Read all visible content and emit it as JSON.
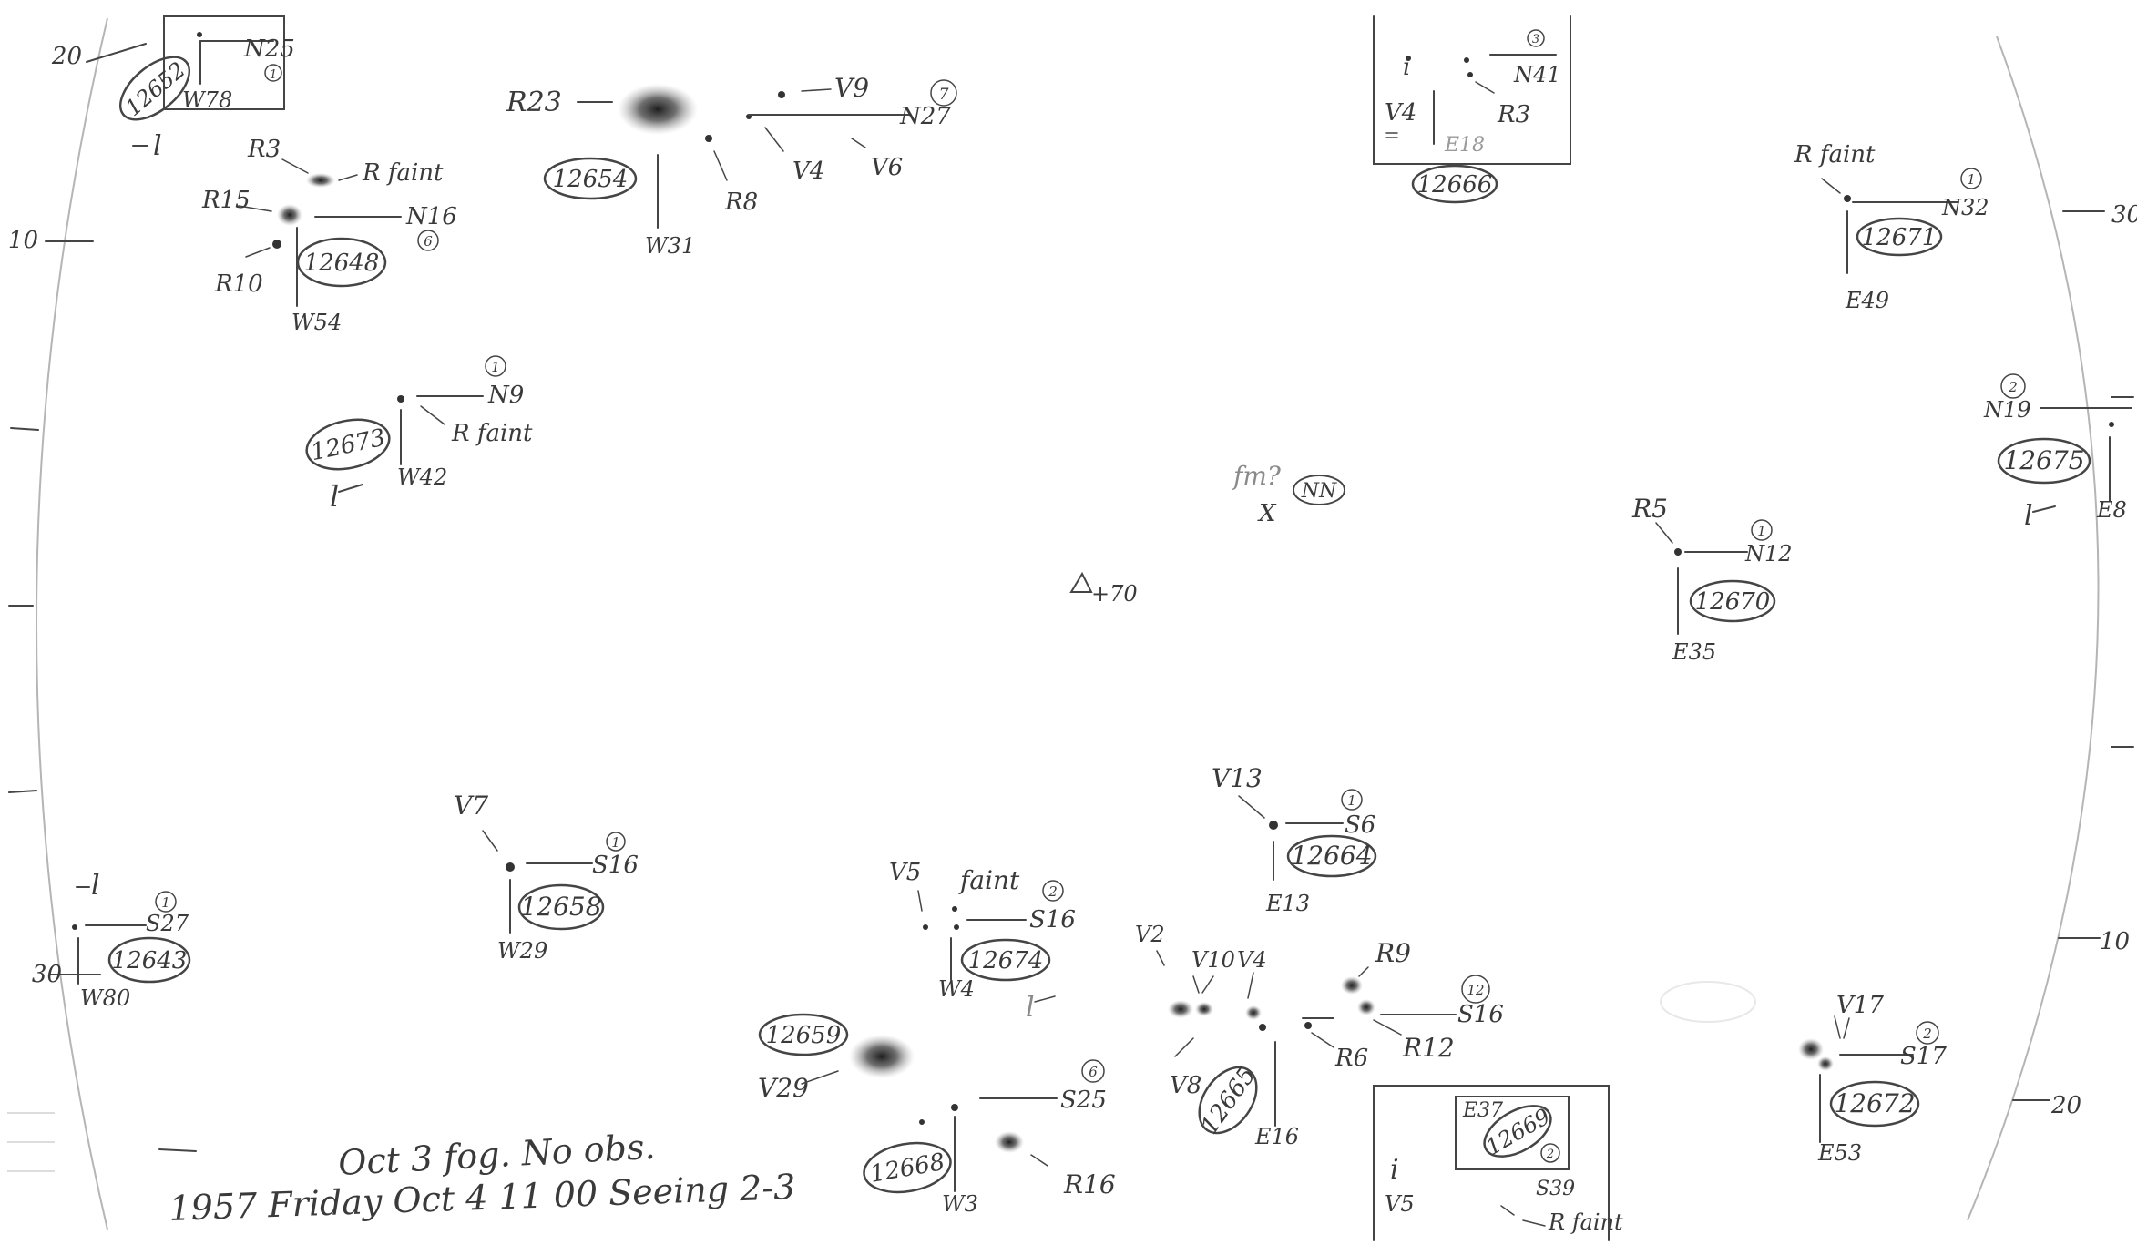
{
  "title": "1957 Friday Oct 4 11 00 Seeing 2-3",
  "note_line_1": "Oct 3 fog. No obs.",
  "note_line_2": "1957 Friday Oct 4 11 00 Seeing 2-3",
  "colors": {
    "paper": "#ffffff",
    "pencil": "#444444",
    "ruling": "#b5b5b5",
    "spot": "#2b2b2b"
  },
  "center_mark": "+70",
  "misc_marks": [
    {
      "key": "fm",
      "text": "fm?"
    },
    {
      "key": "nn",
      "text": "NN"
    },
    {
      "key": "x",
      "text": "X"
    }
  ],
  "edge_labels": [
    {
      "key": "edge20tl",
      "text": "20"
    },
    {
      "key": "edge10l",
      "text": "10"
    },
    {
      "key": "edge30bl",
      "text": "30"
    },
    {
      "key": "edge30tr",
      "text": "30"
    },
    {
      "key": "edge10br",
      "text": "10"
    },
    {
      "key": "edge20br",
      "text": "20"
    }
  ],
  "groups": [
    {
      "id": "12652",
      "pos": "N25",
      "ew": "W78",
      "count": "1"
    },
    {
      "id": "12648",
      "pos": "N16",
      "ew": "W54",
      "count": "6"
    },
    {
      "id": "12654",
      "pos": "N27",
      "ew": "W31",
      "count": "7"
    },
    {
      "id": "12666",
      "pos": "N41",
      "ew": "E18",
      "count": "3"
    },
    {
      "id": "12671",
      "pos": "N32",
      "ew": "E49",
      "count": "1"
    },
    {
      "id": "12673",
      "pos": "N9",
      "ew": "W42",
      "count": "1"
    },
    {
      "id": "12675",
      "pos": "N19",
      "ew": "E8",
      "count": "2"
    },
    {
      "id": "12670",
      "pos": "N12",
      "ew": "E35",
      "count": "1"
    },
    {
      "id": "12664",
      "pos": "S6",
      "ew": "E13",
      "count": "1"
    },
    {
      "id": "12643",
      "pos": "S27",
      "ew": "W80",
      "count": "1"
    },
    {
      "id": "12658",
      "pos": "S16",
      "ew": "W29",
      "count": "1"
    },
    {
      "id": "12674",
      "pos": "S16",
      "ew": "W4",
      "count": "2"
    },
    {
      "id": "12665",
      "pos": "S16",
      "ew": "E16",
      "count": "12"
    },
    {
      "id": "12668",
      "pos": "S25",
      "ew": "W3",
      "count": "6"
    },
    {
      "id": "12659",
      "pos": "",
      "ew": "",
      "count": ""
    },
    {
      "id": "12669",
      "pos": "S39",
      "ew": "E37",
      "count": "2"
    },
    {
      "id": "12672",
      "pos": "S17",
      "ew": "E53",
      "count": "2"
    }
  ],
  "annotations": [
    {
      "key": "r23",
      "text": "R23"
    },
    {
      "key": "v9",
      "text": "V9"
    },
    {
      "key": "v4a",
      "text": "V4"
    },
    {
      "key": "v6",
      "text": "V6"
    },
    {
      "key": "r8",
      "text": "R8"
    },
    {
      "key": "r3a",
      "text": "R3"
    },
    {
      "key": "rfaint1",
      "text": "R faint"
    },
    {
      "key": "r15",
      "text": "R15"
    },
    {
      "key": "r10",
      "text": "R10"
    },
    {
      "key": "v4b",
      "text": "V4"
    },
    {
      "key": "r3b",
      "text": "R3"
    },
    {
      "key": "rfaint2",
      "text": "R faint"
    },
    {
      "key": "rfaint3",
      "text": "R faint"
    },
    {
      "key": "r5",
      "text": "R5"
    },
    {
      "key": "v13",
      "text": "V13"
    },
    {
      "key": "v7",
      "text": "V7"
    },
    {
      "key": "v5a",
      "text": "V5"
    },
    {
      "key": "faint",
      "text": "faint"
    },
    {
      "key": "v2",
      "text": "V2"
    },
    {
      "key": "v10",
      "text": "V10"
    },
    {
      "key": "v4c",
      "text": "V4"
    },
    {
      "key": "r9",
      "text": "R9"
    },
    {
      "key": "r12",
      "text": "R12"
    },
    {
      "key": "r6",
      "text": "R6"
    },
    {
      "key": "v8",
      "text": "V8"
    },
    {
      "key": "v29",
      "text": "V29"
    },
    {
      "key": "r16",
      "text": "R16"
    },
    {
      "key": "v17",
      "text": "V17"
    },
    {
      "key": "v5b",
      "text": "V5"
    },
    {
      "key": "rfaint4",
      "text": "R faint"
    },
    {
      "key": "l1",
      "text": "l"
    },
    {
      "key": "l2",
      "text": "l"
    },
    {
      "key": "l3",
      "text": "l"
    },
    {
      "key": "l4",
      "text": "l"
    },
    {
      "key": "l5",
      "text": "l"
    },
    {
      "key": "i1",
      "text": "i"
    },
    {
      "key": "i2",
      "text": "i"
    }
  ]
}
